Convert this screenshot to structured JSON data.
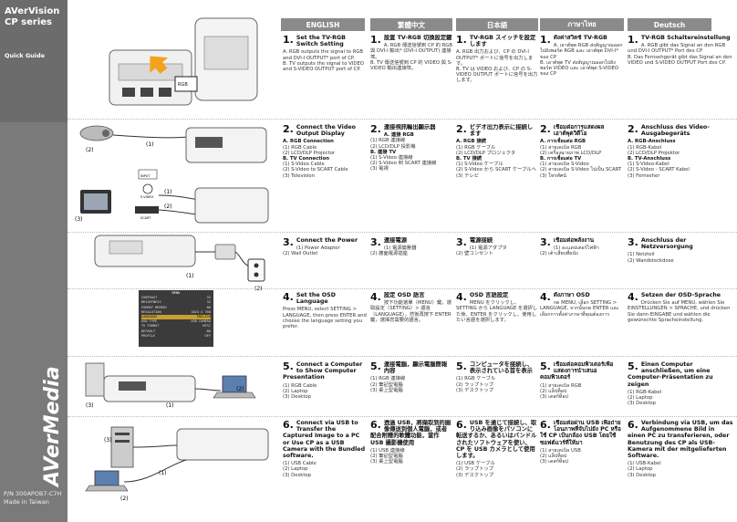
{
  "sidebar": {
    "brand_title": "AVerVision\nCP series",
    "subtitle": "Quick Guide",
    "logo_text": "AVerMedia",
    "pn_text": "P/N 300APOB7-C7H\nMade in Taiwan"
  },
  "languages": [
    "ENGLISH",
    "繁體中文",
    "日本語",
    "ภาษาไทย",
    "Deutsch"
  ],
  "illustration_labels": {
    "s1_arrows": "RGB",
    "s2_l1": "(1)",
    "s2_l2": "(2)",
    "s2_l3": "(1)",
    "s2_l4": "(2)",
    "s2_l5": "(3)",
    "s2_input": "INPUT",
    "s2_svideo": "S-VIDEO",
    "s2_scart": "SCART",
    "s3_l1": "(1)",
    "s3_l2": "(2)",
    "s5_l1": "(1)",
    "s5_l2": "(2)",
    "s5_l3": "(3)",
    "s6_l1": "(1)",
    "s6_l2": "(2)",
    "s6_l3": "(3)"
  },
  "osd_menu": {
    "title": "MENU",
    "rows": [
      {
        "k": "CONTRAST",
        "v": "32"
      },
      {
        "k": "BRIGHTNESS",
        "v": "32"
      },
      {
        "k": "FORMAT MEMORY",
        "v": "NO"
      },
      {
        "k": "RESOLUTION",
        "v": "1024 X 768"
      },
      {
        "k": "LANGUAGE",
        "v": "ENGLISH"
      },
      {
        "k": "USB TYPE",
        "v": "USB CAMERA"
      },
      {
        "k": "TV FORMAT",
        "v": "NTSC"
      },
      {
        "k": "DEFAULT",
        "v": "NO"
      },
      {
        "k": "PROFILE",
        "v": "OFF"
      }
    ]
  },
  "steps": [
    {
      "en": {
        "num": "1.",
        "head": "Set the TV-RGB Switch Setting",
        "body": "A. RGB outputs the signal to RGB and DVI-I OUTPUT* port of CP.\nB. TV outputs the signal to VIDEO and S-VIDEO OUTPUT port of CP."
      },
      "zh": {
        "num": "1.",
        "head": "設置 TV-RGB 切換設定鍵",
        "body": "A. RGB 傳送信號到 CP 的 RGB 與 DVI-I 輸出* (DVI-I OUTPUT) 連接埠。\nB. TV 傳送信號到 CP 的 VIDEO 與 S-VIDEO 輸出連接埠。"
      },
      "ja": {
        "num": "1.",
        "head": "TV-RGB スイッチを設定します",
        "body": "A. RGB 出力および、CP の DVI-I OUTPUT* ポートに信号を出力します。\nB. TV は VIDEO および、CP の S-VIDEO OUTPUT ポートに信号を出力します。"
      },
      "th": {
        "num": "1.",
        "head": "ตั้งค่าสวิตช์ TV-RGB",
        "body": "A. เอาต์พุต RGB ส่งสัญญาณออกไปยังพอร์ต RGB และ เอาต์พุต DVI-I* ของ CP\nB. เอาต์พุต TV ส่งสัญญาณออกไปยังพอร์ต VIDEO และ เอาต์พุต S-VIDEO ของ CP"
      },
      "de": {
        "num": "1.",
        "head": "TV-RGB Schaltereinstellung",
        "body": "A. RGB gibt das Signal an den RGB und DVI-I OUTPUT* Port des CP\nB. Das Fernsehgerät gibt das Signal an den VIDEO und S-VIDEO OUTPUT Port des CP."
      }
    },
    {
      "en": {
        "num": "2.",
        "head": "Connect the Video Output Display",
        "body": "<b>A. RGB Connection</b>\n(1) RGB Cable\n(2) LCD/DLP Projector\n<b>B. TV Connection</b>\n(1) S-Video Cable\n(2) S-Video to SCART Cable\n(3) Television"
      },
      "zh": {
        "num": "2.",
        "head": "連接視訊輸出顯示器",
        "body": "<b>A. 連接 RGB</b>\n(1) RGB 連接線\n(2) LCD/DLP 投影機\n<b>B. 連接 TV</b>\n(1) S-Video 連接線\n(2) S-Video 到 SCART 連接線\n(3) 電視"
      },
      "ja": {
        "num": "2.",
        "head": "ビデオ出力表示に接続します",
        "body": "<b>A. RGB 接続</b>\n(1) RGB ケーブル\n(2) LCD/DLP プロジェクタ\n<b>B. TV 接続</b>\n(1) S-Video ケーブル\n(2) S-Video から SCART ケーブルへ\n(3) テレビ"
      },
      "th": {
        "num": "2.",
        "head": "เชื่อมต่อการแสดงผลเอาต์พุตวิดีโอ",
        "body": "<b>A. การเชื่อมต่อ RGB</b>\n(1) สายเคเบิล RGB\n(2) เครื่องฉายภาพ LCD/DLP\n<b>B. การเชื่อมต่อ TV</b>\n(1) สายเคเบิล S-Video\n(2) สายเคเบิล S-Video ไปเป็น SCART\n(3) โทรทัศน์"
      },
      "de": {
        "num": "2.",
        "head": "Anschluss des Video-Ausgabegeräts",
        "body": "<b>A. RGB-Anschluss</b>\n(1) RGB-Kabel\n(2) LCD/DLP Projektor\n<b>B. TV-Anschluss</b>\n(1) S-Video-Kabel\n(2) S-Video - SCART Kabel\n(3) Fernseher"
      }
    },
    {
      "en": {
        "num": "3.",
        "head": "Connect the Power",
        "body": "(1) Power Adapter\n(2) Wall Outlet"
      },
      "zh": {
        "num": "3.",
        "head": "連接電源",
        "body": "(1) 電源變壓器\n(2) 牆面電源插座"
      },
      "ja": {
        "num": "3.",
        "head": "電源接続",
        "body": "(1) 電源アダプタ\n(2) 壁コンセント"
      },
      "th": {
        "num": "3.",
        "head": "เชื่อมต่อพลังงาน",
        "body": "(1) อะแดปเตอร์ไฟฟ้า\n(2) เต้าเสียบที่ผนัง"
      },
      "de": {
        "num": "3.",
        "head": "Anschluss der Netzversorgung",
        "body": "(1) Netzteil\n(2) Wandsteckdose"
      }
    },
    {
      "en": {
        "num": "4.",
        "head": "Set the OSD Language",
        "body": "Press MENU, select SETTING > LANGUAGE, then press ENTER and choose the language setting you prefer."
      },
      "zh": {
        "num": "4.",
        "head": "設定 OSD 語言",
        "body": "按下功能選單（MENU）鍵，選取設定（SETTING）> 語言（LANGUAGE），然後再按下 ENTER 鍵，選擇您需要的語言。"
      },
      "ja": {
        "num": "4.",
        "head": "OSD 言語設定",
        "body": "MENU をクリックし、SETTING から LANGUAGE を選択した後、ENTER をクリックし、使用したい言語を選択します。"
      },
      "th": {
        "num": "4.",
        "head": "ตั้งภาษา OSD",
        "body": "กด MENU, เลือก SETTING > LANGUAGE, จากนั้นกด ENTER และเลือกการตั้งค่าภาษาที่คุณต้องการ"
      },
      "de": {
        "num": "4.",
        "head": "Setzen der OSD-Sprache",
        "body": "Drücken Sie auf MENU, wählen Sie EINSTELLUNGEN > SPRACHE, und drücken Sie dann EINGABE und wählen die gewünschte Spracheinstellung."
      }
    },
    {
      "en": {
        "num": "5.",
        "head": "Connect a Computer to Show Computer Presentation",
        "body": "(1) RGB Cable\n(2) Laptop\n(3) Desktop"
      },
      "zh": {
        "num": "5.",
        "head": "連接電腦，顯示電腦簡報內容",
        "body": "(1) RGB 連接線\n(2) 筆記型電腦\n(3) 桌上型電腦"
      },
      "ja": {
        "num": "5.",
        "head": "コンピュータを接続し、表示されている首を表示",
        "body": "(1) RGB ケーブル\n(2) ラップトップ\n(3) デスクトップ"
      },
      "th": {
        "num": "5.",
        "head": "เชื่อมต่อคอมพิวเตอร์เพื่อแสดงการนำเสนอคอมพิวเตอร์",
        "body": "(1) สายเคเบิล RGB\n(2) แล็ปท็อป\n(3) เดสก์ท็อป"
      },
      "de": {
        "num": "5.",
        "head": "Einen Computer anschließen, um eine Computer-Präsentation zu zeigen",
        "body": "(1) RGB-Kabel\n(2) Laptop\n(3) Desktop"
      }
    },
    {
      "en": {
        "num": "6.",
        "head": "Connect via USB to Transfer the Captured Image to a PC or Use CP as a USB Camera with the Bundled software.",
        "body": "(1) USB Cable\n(2) Laptop\n(3) Desktop"
      },
      "zh": {
        "num": "6.",
        "head": "透過 USB，將擷取到的圖像傳送到個人電腦，或者配合附贈的軟體功能，當作 USB 攝影機使用",
        "body": "(1) USB 連接線\n(2) 筆記型電腦\n(3) 桌上型電腦"
      },
      "ja": {
        "num": "6.",
        "head": "USB を通じて接続し、取り込み画像をパソコンに転送するか、あるいはバンドルされたソフトウェアを使い、CP を USB カメラとして使用します。",
        "body": "(1) USB ケーブル\n(2) ラップトップ\n(3) デスクトップ"
      },
      "th": {
        "num": "6.",
        "head": "เชื่อมต่อผ่าน USB เพื่อถ่ายโอนภาพที่จับไปยัง PC หรือใช้ CP เป็นกล้อง USB โดยใช้ซอฟต์แวร์ที่ให้มา",
        "body": "(1) สายเคเบิล USB\n(2) แล็ปท็อป\n(3) เดสก์ท็อป"
      },
      "de": {
        "num": "6.",
        "head": "Verbindung via USB, um das Aufgenommene Bild in einen PC zu transferieren, oder Benutzung des CP als USB-Kamera mit der mitgelieferten Software.",
        "body": "(1) USB-Kabel\n(2) Laptop\n(3) Desktop"
      }
    }
  ]
}
